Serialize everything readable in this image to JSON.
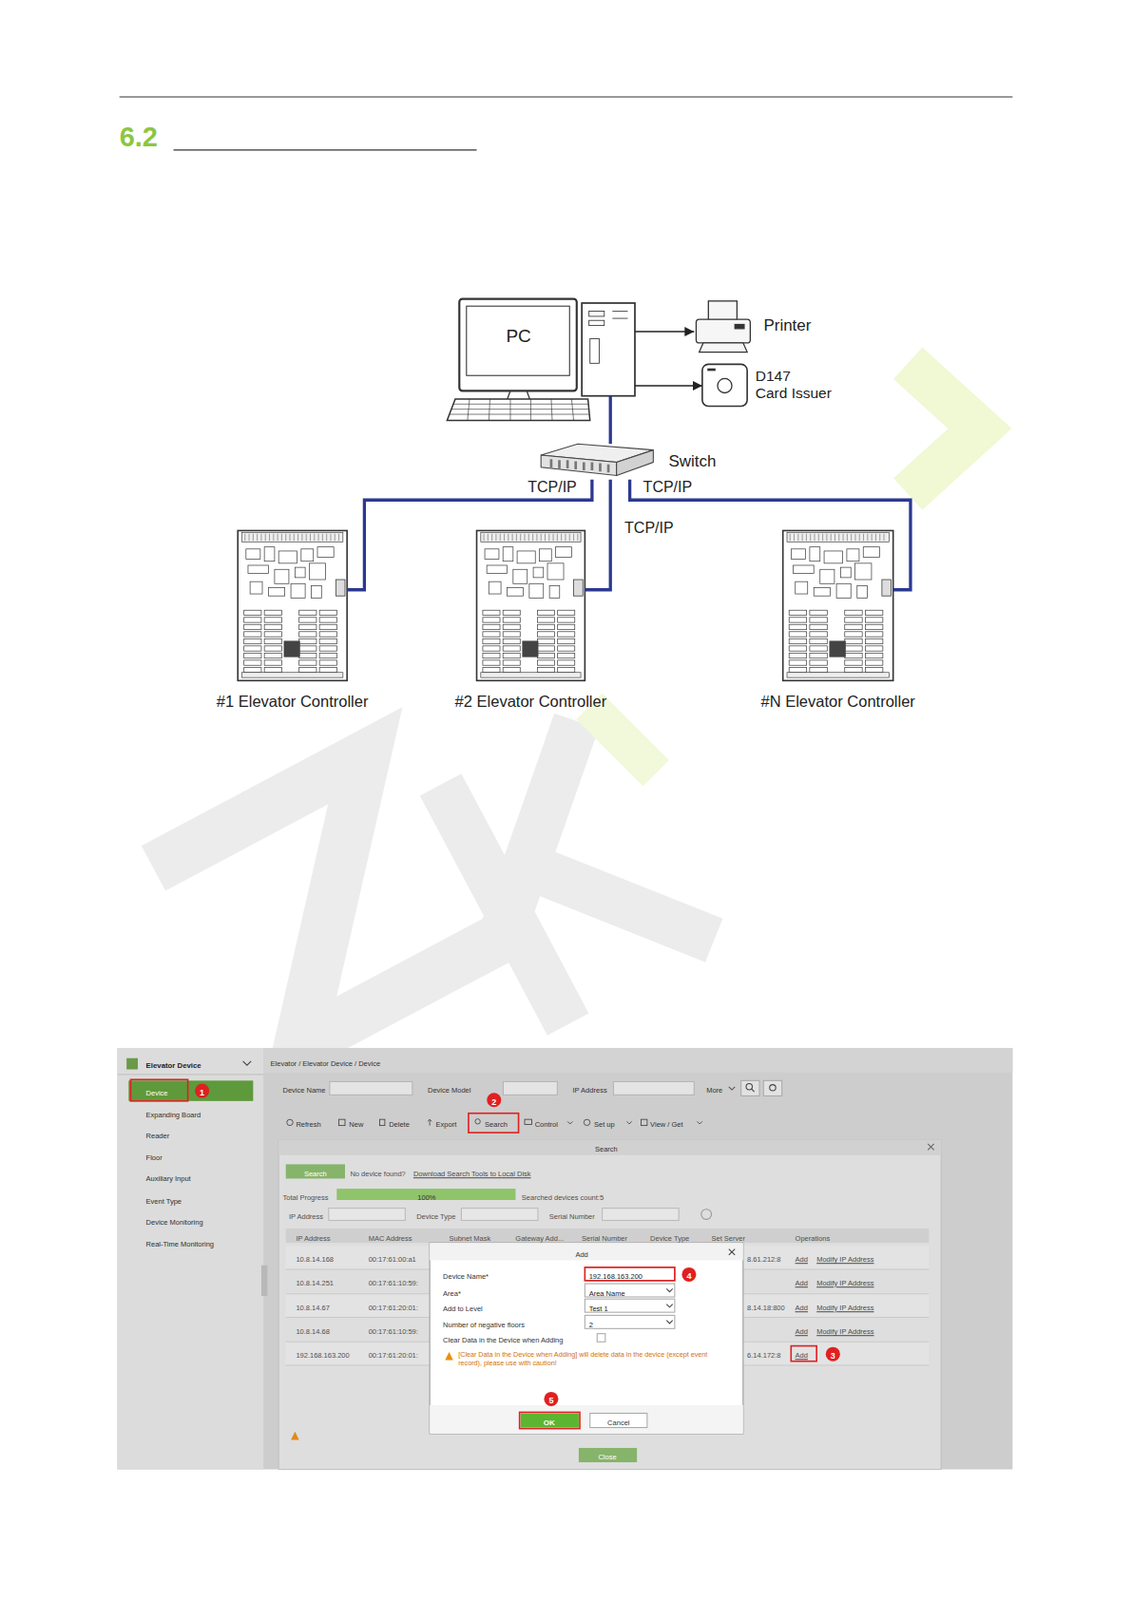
{
  "diagram": {
    "title": "6.2",
    "nodes": [
      {
        "text": [
          "PC"
        ]
      },
      {
        "text": [
          "Printer"
        ]
      },
      {
        "text": [
          "D147",
          "Card Issuer"
        ]
      },
      {
        "text": [
          "Switch"
        ]
      },
      {
        "text": [
          "#1 Elevator Controller"
        ]
      },
      {
        "text": [
          "#2 Elevator Controller"
        ]
      },
      {
        "text": [
          "#N Elevator Controller"
        ]
      }
    ],
    "edges": [
      {
        "from": 0,
        "to": 1,
        "arrow": "to"
      },
      {
        "from": 0,
        "to": 2,
        "arrow": "to"
      },
      {
        "from": 0,
        "to": 3,
        "arrow": "none"
      },
      {
        "from": 3,
        "to": 4,
        "label": "TCP/IP",
        "arrow": "none"
      },
      {
        "from": 3,
        "to": 5,
        "label": "TCP/IP",
        "arrow": "none"
      },
      {
        "from": 3,
        "to": 6,
        "label": "TCP/IP",
        "arrow": "none"
      }
    ],
    "labels": [
      "Elevator Device",
      "Device",
      "1",
      "Expanding Board",
      "Reader",
      "Floor",
      "Auxiliary Input",
      "Event Type",
      "Device Monitoring",
      "Real-Time Monitoring",
      "Elevator / Elevator Device / Device",
      "Device Name",
      "Device Model",
      "IP Address",
      "More",
      "Refresh",
      "New",
      "Delete",
      "Export",
      "Search",
      "2",
      "Control",
      "Set up",
      "View / Get",
      "Search",
      "Search",
      "No device found?",
      "Download Search Tools to Local Disk",
      "Total Progress",
      "100%",
      "Searched devices count:5",
      "IP Address",
      "Device Type",
      "Serial Number",
      "IP Address",
      "MAC Address",
      "Subnet Mask",
      "Gateway Add...",
      "Serial Number",
      "Device Type",
      "Set Server",
      "Operations",
      "10.8.14.168",
      "00:17:61:00:a1",
      "8.61.212:8",
      "Add",
      "Modify IP Address",
      "10.8.14.251",
      "00:17:61:10:59:",
      "Add",
      "Modify IP Address",
      "10.8.14.67",
      "00:17:61:20:01:",
      "8.14.18:800",
      "Add",
      "Modify IP Address",
      "10.8.14.68",
      "00:17:61:10:59:",
      "Add",
      "Modify IP Address",
      "192.168.163.200",
      "00:17:61:20:01:",
      "6.14.172:8",
      "Add",
      "3",
      "Add",
      "Device Name*",
      "192.168.163.200",
      "4",
      "Area*",
      "Area Name",
      "Add to Level",
      "Test 1",
      "Number of negative floors",
      "2",
      "Clear Data in the Device when Adding",
      "[Clear Data in the Device when Adding] will delete data in the device (except event record), please use with caution!",
      "5",
      "OK",
      "Cancel",
      "Close"
    ]
  }
}
